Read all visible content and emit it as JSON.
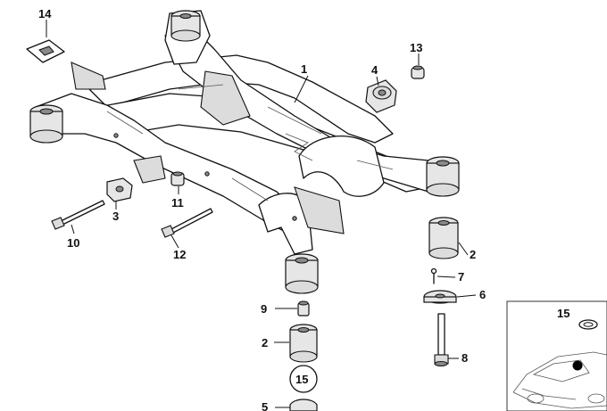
{
  "callouts": {
    "c1": "1",
    "c2a": "2",
    "c2b": "2",
    "c3": "3",
    "c4": "4",
    "c5": "5",
    "c6": "6",
    "c7": "7",
    "c8": "8",
    "c9": "9",
    "c10": "10",
    "c11": "11",
    "c12": "12",
    "c13": "13",
    "c14": "14",
    "c15a": "15",
    "c15b": "15"
  }
}
